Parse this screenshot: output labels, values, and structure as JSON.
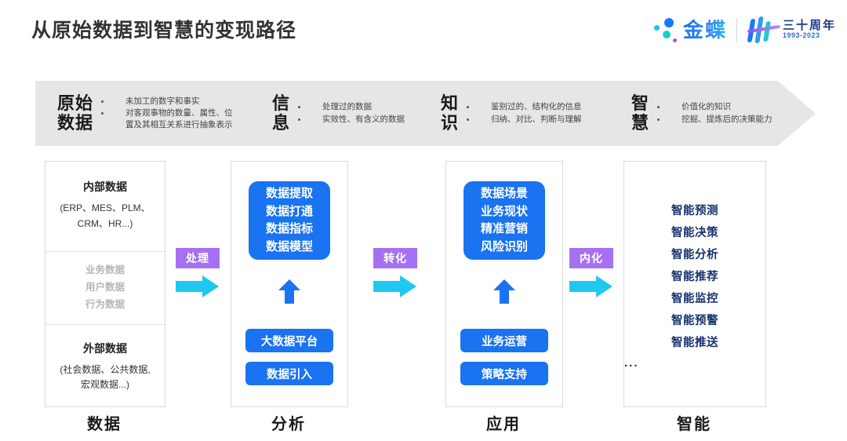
{
  "page": {
    "title": "从原始数据到智慧的变现路径"
  },
  "brand": {
    "name": "金蝶",
    "anniversary_cn": "三十周年",
    "anniversary_years": "1993-2023",
    "accent_blue": "#1678ff",
    "accent_cyan": "#19cfcf",
    "accent_purple": "#9b5cf0"
  },
  "banner": {
    "background": "#e6e6e6",
    "stages": [
      {
        "name": "原始\n数据",
        "bullets": [
          "未加工的数字和事实",
          "对客观事物的数量、属性、位",
          "置及其相互关系进行抽象表示"
        ]
      },
      {
        "name": "信\n息",
        "bullets": [
          "处理过的数据",
          "实效性、有含义的数据"
        ]
      },
      {
        "name": "知\n识",
        "bullets": [
          "鉴别过的、结构化的信息",
          "归纳、对比、判断与理解"
        ]
      },
      {
        "name": "智\n慧",
        "bullets": [
          "价值化的知识",
          "挖掘、提炼后的决策能力"
        ]
      }
    ]
  },
  "columns": {
    "data": {
      "footer_label": "数据",
      "internal_title": "内部数据",
      "internal_sub_line1": "(ERP、MES、PLM、",
      "internal_sub_line2": "CRM、HR...)",
      "middle_items": [
        "业务数据",
        "用户数据",
        "行为数据"
      ],
      "external_title": "外部数据",
      "external_sub_line1": "(社会数据、公共数据,",
      "external_sub_line2": "宏观数据...)"
    },
    "analysis": {
      "footer_label": "分析",
      "box_items": [
        "数据提取",
        "数据打通",
        "数据指标",
        "数据模型"
      ],
      "pill_top": "大数据平台",
      "pill_bottom": "数据引入",
      "box_color": "#1a73f0"
    },
    "application": {
      "footer_label": "应用",
      "box_items": [
        "数据场景",
        "业务现状",
        "精准营销",
        "风险识别"
      ],
      "pill_top": "业务运营",
      "pill_bottom": "策略支持",
      "box_color": "#1a73f0"
    },
    "intelligence": {
      "footer_label": "智能",
      "items": [
        "智能预测",
        "智能决策",
        "智能分析",
        "智能推荐",
        "智能监控",
        "智能预警",
        "智能推送"
      ],
      "ellipsis": "...",
      "text_color": "#14306e"
    }
  },
  "connectors": [
    {
      "label": "处理",
      "badge_color": "#a770f2",
      "arrow_color": "#1ec8f0"
    },
    {
      "label": "转化",
      "badge_color": "#a770f2",
      "arrow_color": "#1ec8f0"
    },
    {
      "label": "内化",
      "badge_color": "#a770f2",
      "arrow_color": "#1ec8f0"
    }
  ]
}
